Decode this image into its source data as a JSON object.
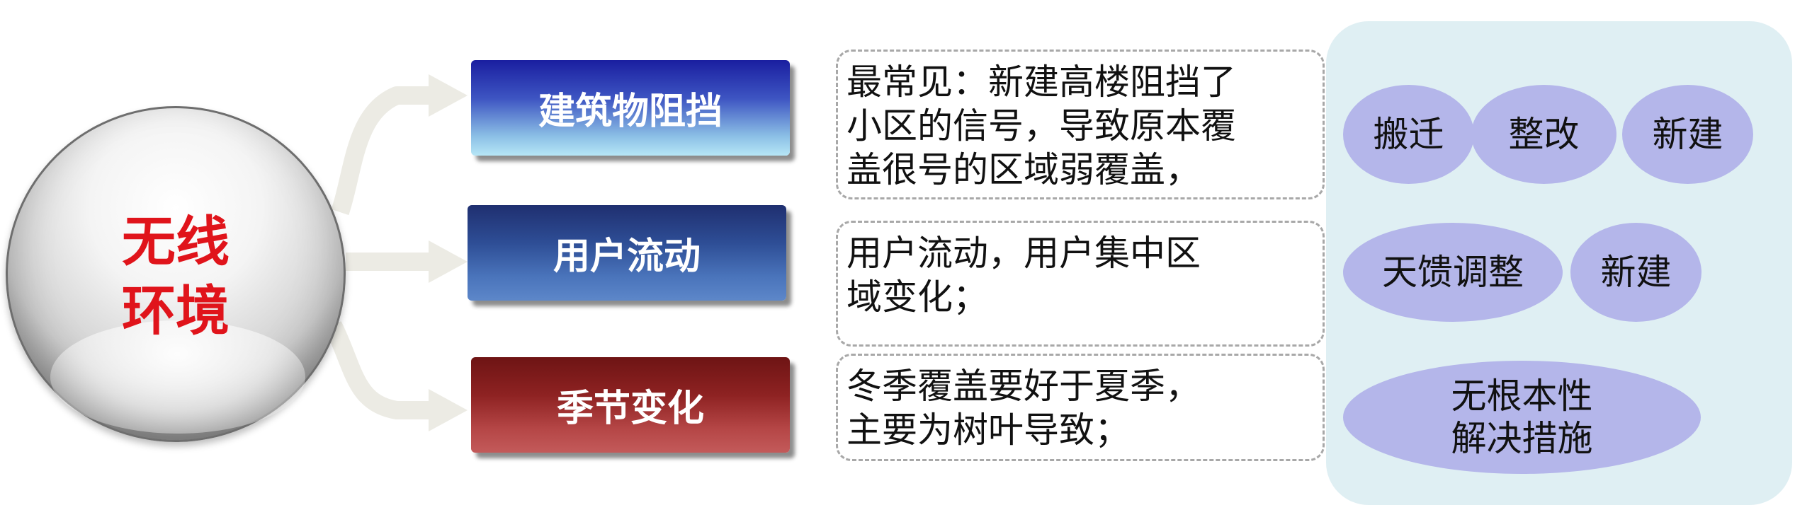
{
  "center": {
    "line1": "无线",
    "line2": "环境"
  },
  "causes": [
    {
      "label": "建筑物阻挡"
    },
    {
      "label": "用户流动"
    },
    {
      "label": "季节变化"
    }
  ],
  "descriptions": [
    {
      "lines": [
        "最常见：新建高楼阻挡了",
        "小区的信号，导致原本覆",
        "盖很号的区域弱覆盖，"
      ]
    },
    {
      "lines": [
        "用户流动，用户集中区",
        "域变化；"
      ]
    },
    {
      "lines": [
        "冬季覆盖要好于夏季，",
        "主要为树叶导致；"
      ]
    }
  ],
  "solutions": [
    {
      "label": "搬迁"
    },
    {
      "label": "整改"
    },
    {
      "label": "新建"
    },
    {
      "label": "天馈调整"
    },
    {
      "label": "新建"
    },
    {
      "line1": "无根本性",
      "line2": "解决措施"
    }
  ],
  "colors": {
    "center_text": "#e0141b",
    "connector": "#ecebe4",
    "panel_bg": "#dfeff3",
    "pill_bg": "#b4b6ea"
  }
}
